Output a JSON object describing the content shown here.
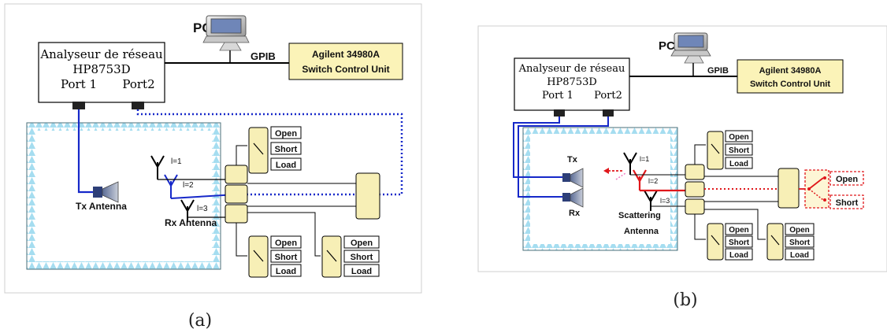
{
  "panels": [
    {
      "analyzer_title": "Analyseur de réseau",
      "analyzer_model": "HP8753D",
      "port1": "Port 1",
      "port2": "Port2",
      "pc_label": "PC",
      "gpib_label": "GPIB",
      "switch_unit_line1": "Agilent 34980A",
      "switch_unit_line2": "Switch Control Unit",
      "tx_label": "Tx Antenna",
      "rx_label": "Rx Antenna",
      "l1": "l=1",
      "l2": "l=2",
      "l3": "l=3",
      "caption": "(a)"
    },
    {
      "analyzer_title": "Analyseur de réseau",
      "analyzer_model": "HP8753D",
      "port1": "Port 1",
      "port2": "Port2",
      "pc_label": "PC",
      "gpib_label": "GPIB",
      "switch_unit_line1": "Agilent 34980A",
      "switch_unit_line2": "Switch Control Unit",
      "tx_label": "Tx",
      "rx_label": "Rx",
      "scatter_line1": "Scattering",
      "scatter_line2": "Antenna",
      "l1": "l=1",
      "l2": "l=2",
      "l3": "l=3",
      "caption": "(b)"
    }
  ],
  "terminations": {
    "open": "Open",
    "short": "Short",
    "load": "Load"
  },
  "colors": {
    "switch_fill": "#f7efb6",
    "unit_fill": "#fbf3b8",
    "chamber_edge": "#8ed8ec",
    "blue_path": "#1628c9",
    "red_path": "#e0171b"
  }
}
